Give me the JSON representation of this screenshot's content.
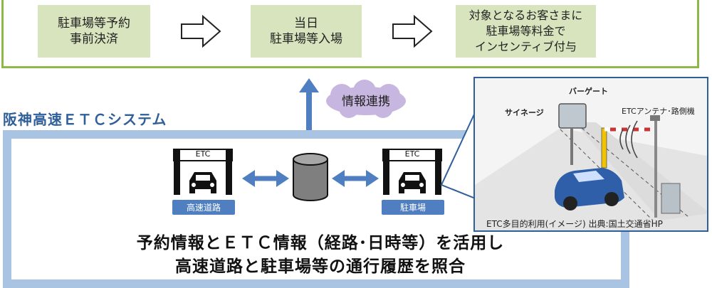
{
  "flow": {
    "steps": [
      "駐車場等予約\n事前決済",
      "当日\n駐車場等入場",
      "対象となるお客さまに\n駐車場等料金で\nインセンティブ付与"
    ]
  },
  "info_link": "情報連携",
  "system": {
    "title": "阪神高速ＥＴＣシステム",
    "gate_sign": "ETC",
    "highway_label": "高速道路",
    "parking_label": "駐車場",
    "summary": [
      "予約情報とＥＴＣ情報（経路･日時等）を活用し",
      "高速道路と駐車場等の通行履歴を照合"
    ]
  },
  "photo": {
    "labels": {
      "signage": "サイネージ",
      "bar_gate": "バーゲート",
      "antenna": "ETCアンテナ･路側機"
    },
    "caption": "ETC多目的利用(イメージ)  出典:国土交通省HP"
  },
  "colors": {
    "flow_border": "#8fb84b",
    "step_fill": "#d7e4bd",
    "system_frame": "#a9c3e3",
    "accent_blue": "#4f7fc1",
    "title_blue": "#2e5f9a",
    "cloud": "#c7b6e0"
  }
}
